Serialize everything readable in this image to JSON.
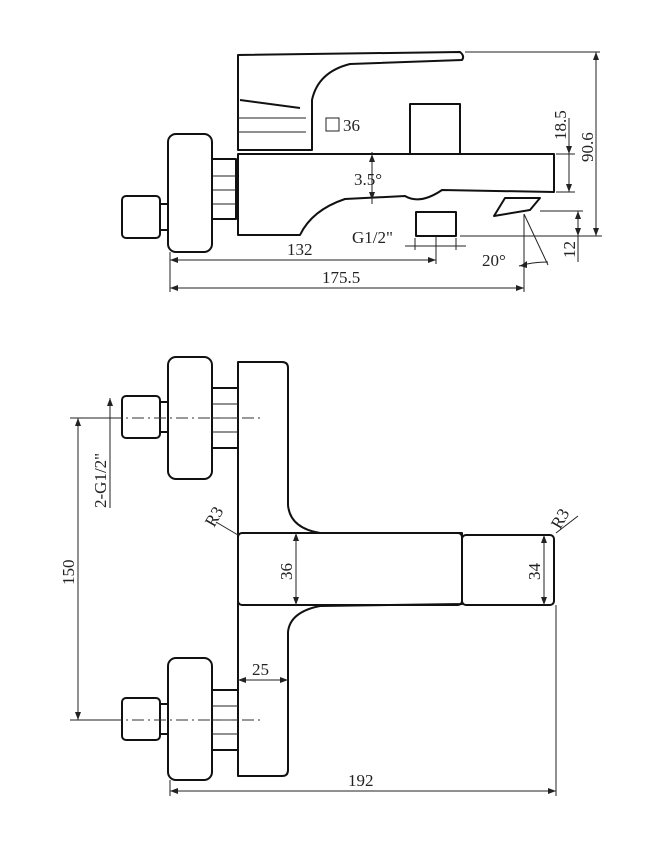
{
  "side_view": {
    "dim_36": "36",
    "dim_18_5": "18.5",
    "dim_90_6": "90.6",
    "dim_angle_3_5": "3.5°",
    "dim_g12": "G1/2\"",
    "dim_132": "132",
    "dim_20deg": "20°",
    "dim_12": "12",
    "dim_175_5": "175.5"
  },
  "top_view": {
    "dim_thread": "2-G1/2\"",
    "dim_150": "150",
    "dim_r3_left": "R3",
    "dim_r3_right": "R3",
    "dim_36": "36",
    "dim_34": "34",
    "dim_25": "25",
    "dim_192": "192"
  }
}
